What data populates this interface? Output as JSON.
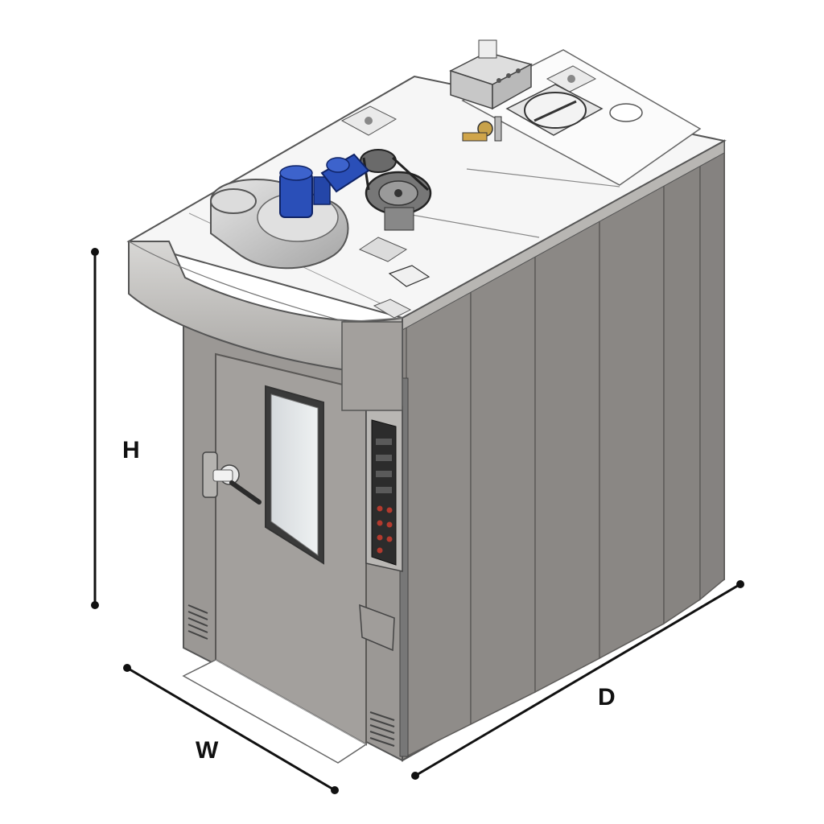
{
  "labels": {
    "height": "H",
    "width": "W",
    "depth": "D"
  },
  "colors": {
    "body_side": "#8a8784",
    "body_front": "#9a9794",
    "top_panel": "#f4f4f4",
    "hood": "#c9c8c6",
    "motor_blue": "#2a4fb8",
    "dimension_line": "#111111"
  }
}
